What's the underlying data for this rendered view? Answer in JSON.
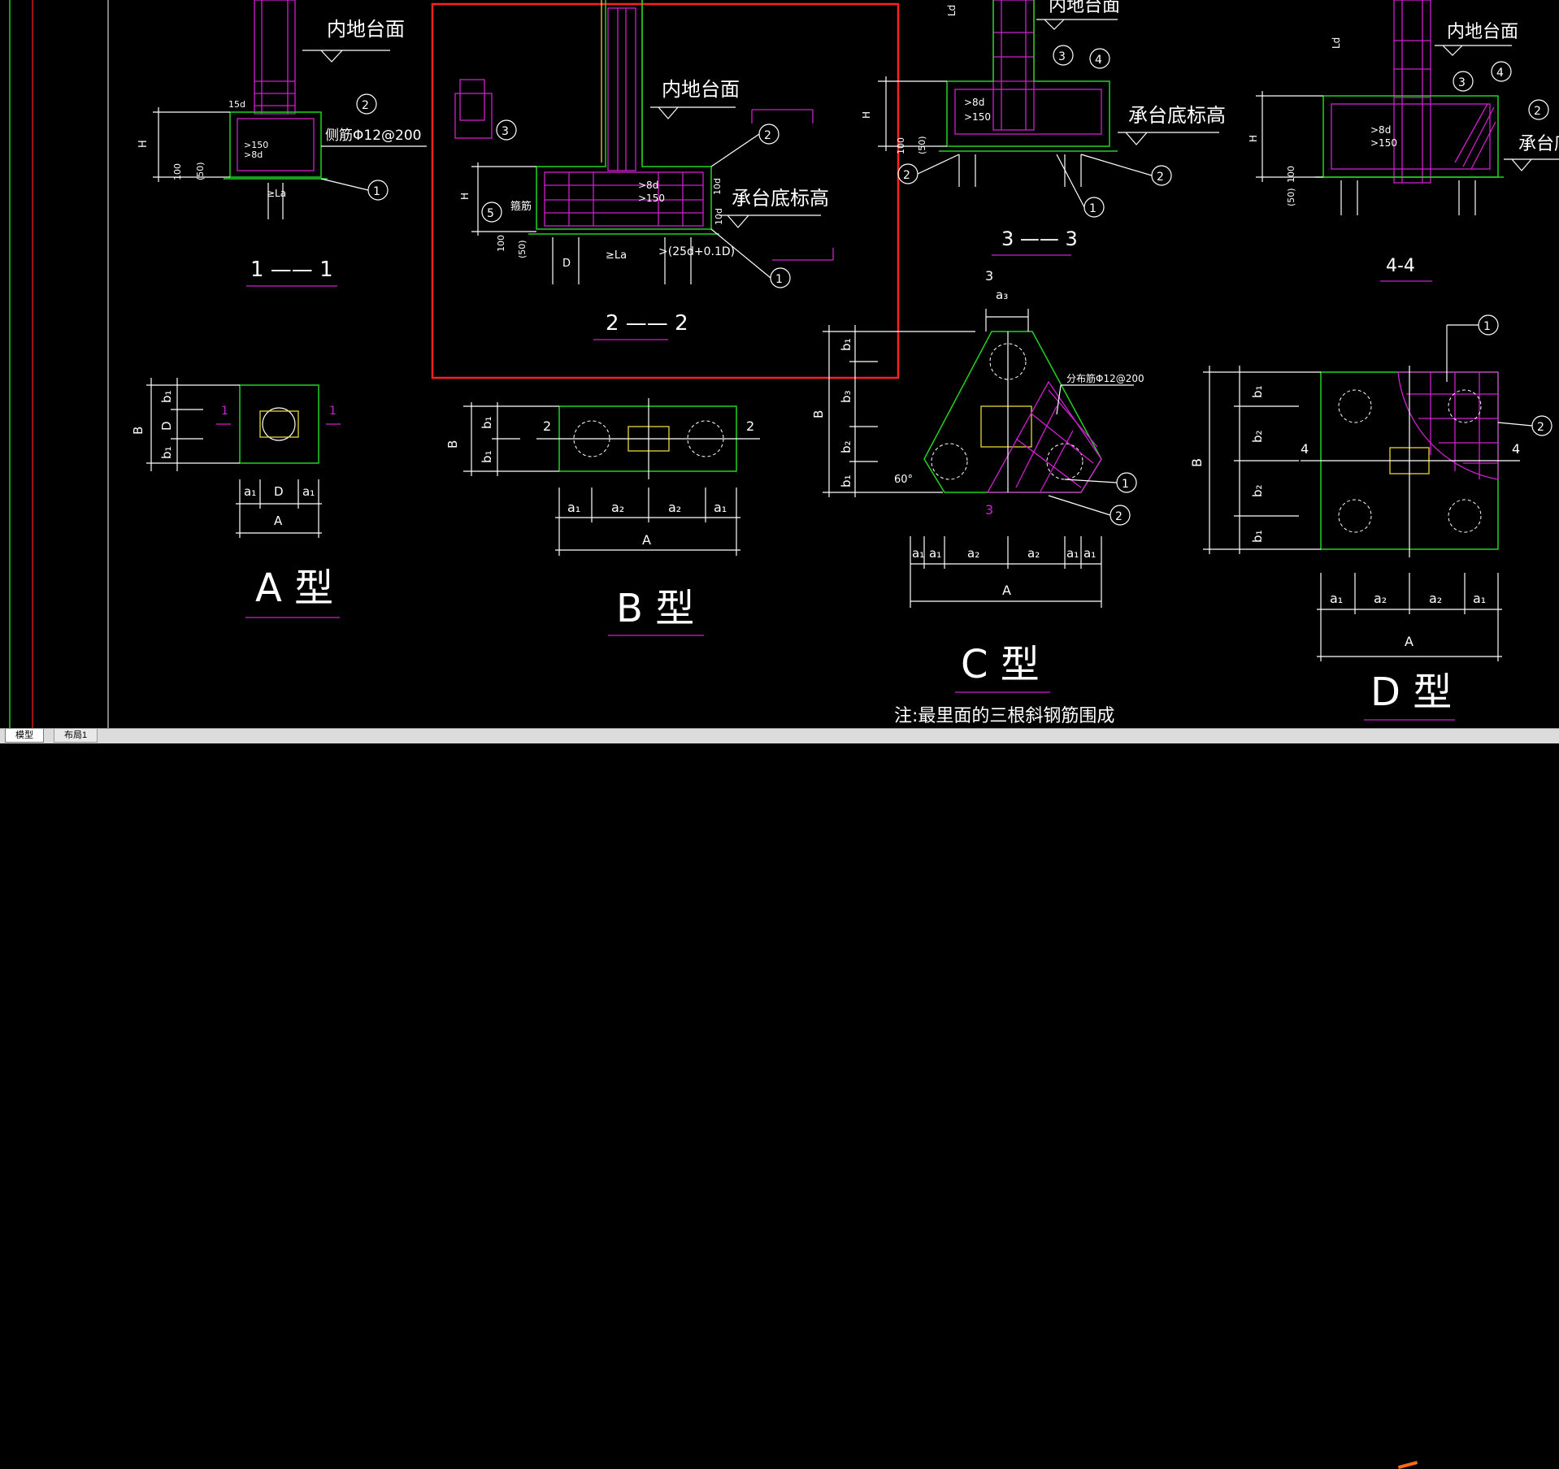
{
  "tabs": [
    {
      "label": "模型",
      "active": true
    },
    {
      "label": "布局1",
      "active": false
    }
  ],
  "labels": {
    "inner_ground": "内地台面",
    "cap_bottom": "承台底标高",
    "side_bar": "侧筋Φ12@200",
    "dist_bar": "分布筋Φ12@200",
    "hoop": "箍筋",
    "note": "注:最里面的三根斜钢筋围成",
    "ge150": ">150",
    "ge8d": ">8d",
    "la": "≥La",
    "d25": ">(25d+0.1D)",
    "d15": "15d",
    "d10": "10d",
    "ld": "Ld",
    "h": "H",
    "b": "B",
    "a": "A",
    "d": "D",
    "n100": "100",
    "n50": "(50)",
    "angle60": "60°"
  },
  "sections": {
    "s1": "1 —— 1",
    "s2": "2 —— 2",
    "s3": "3 —— 3",
    "s4": "4-4"
  },
  "types": {
    "A": "A 型",
    "B": "B 型",
    "C": "C 型",
    "D": "D 型"
  },
  "callouts": [
    "1",
    "2",
    "3",
    "4",
    "5"
  ],
  "dims": {
    "a1": "a₁",
    "a2": "a₂",
    "a3": "a₃",
    "b1": "b₁",
    "b2": "b₂",
    "b3": "b₃"
  },
  "cut_marks": {
    "m1": "1",
    "m2": "2",
    "m3": "3",
    "m4": "4"
  },
  "colors": {
    "background": "#000000",
    "green": "#21d321",
    "magenta": "#d020d0",
    "yellow": "#e8d830",
    "red_selection": "#ff2020"
  }
}
